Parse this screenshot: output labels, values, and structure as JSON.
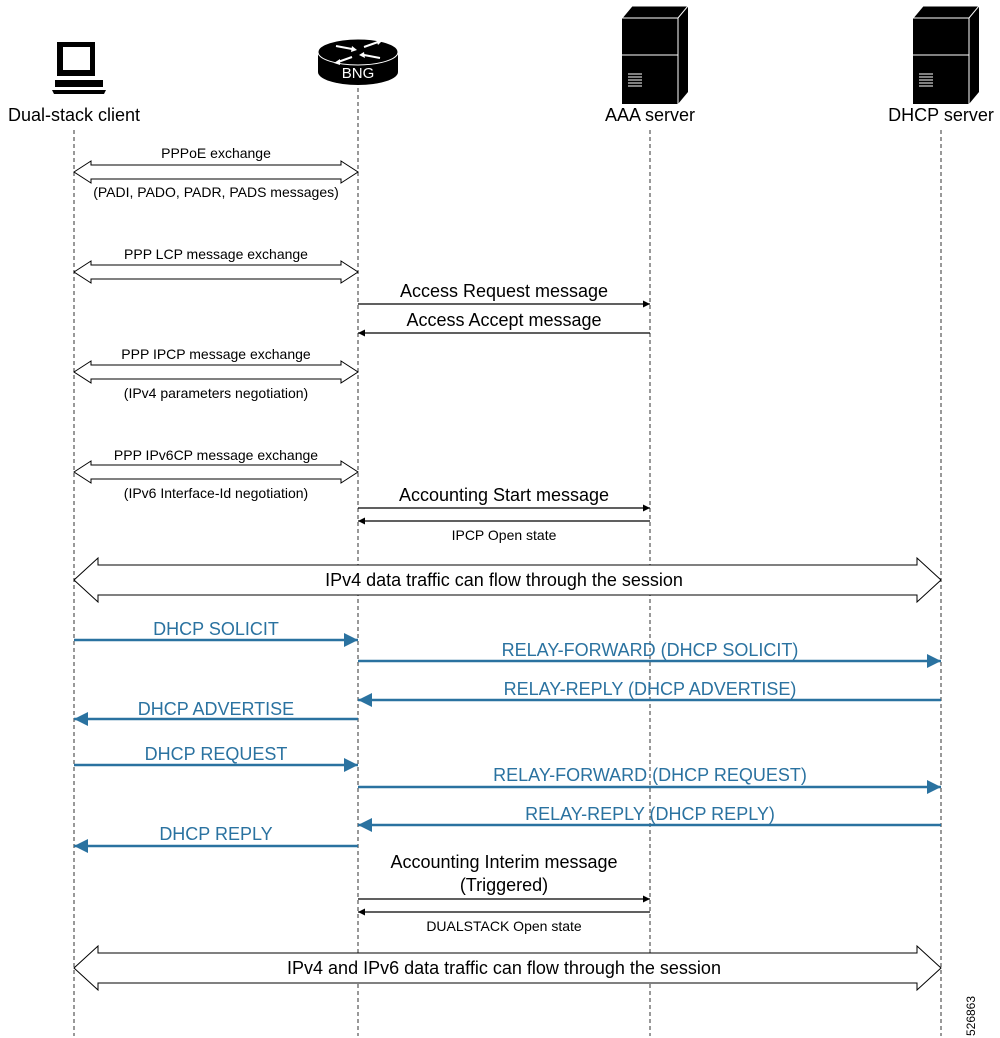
{
  "participants": [
    {
      "id": "client",
      "label": "Dual-stack client",
      "icon": "desktop-computer-icon"
    },
    {
      "id": "bng",
      "label": "BNG",
      "icon": "router-icon"
    },
    {
      "id": "aaa",
      "label": "AAA server",
      "icon": "tower-server-icon"
    },
    {
      "id": "dhcp",
      "label": "DHCP server",
      "icon": "tower-server-icon"
    }
  ],
  "messages": {
    "pppoe": {
      "label": "PPPoE exchange",
      "sublabel": "(PADI, PADO, PADR, PADS messages)"
    },
    "lcp": {
      "label": "PPP LCP message exchange"
    },
    "access_request": {
      "label": "Access Request message"
    },
    "access_accept": {
      "label": "Access Accept message"
    },
    "ipcp": {
      "label": "PPP IPCP message exchange",
      "sublabel": "(IPv4 parameters negotiation)"
    },
    "ipv6cp": {
      "label": "PPP IPv6CP message exchange",
      "sublabel": "(IPv6 Interface-Id negotiation)"
    },
    "acct_start": {
      "label": "Accounting Start message"
    },
    "ipcp_open": {
      "label": "IPCP Open state"
    },
    "ipv4_traffic": {
      "label": "IPv4 data traffic can flow through the session"
    },
    "dhcp_solicit": {
      "label": "DHCP SOLICIT"
    },
    "relay_fwd_solicit": {
      "label": "RELAY-FORWARD (DHCP SOLICIT)"
    },
    "relay_reply_advertise": {
      "label": "RELAY-REPLY (DHCP ADVERTISE)"
    },
    "dhcp_advertise": {
      "label": "DHCP ADVERTISE"
    },
    "dhcp_request": {
      "label": "DHCP REQUEST"
    },
    "relay_fwd_request": {
      "label": "RELAY-FORWARD (DHCP REQUEST)"
    },
    "relay_reply_reply": {
      "label": "RELAY-REPLY (DHCP REPLY)"
    },
    "dhcp_reply": {
      "label": "DHCP REPLY"
    },
    "acct_interim": {
      "label": "Accounting Interim message",
      "sublabel": "(Triggered)"
    },
    "dualstack_open": {
      "label": "DUALSTACK Open state"
    },
    "dual_traffic": {
      "label": "IPv4 and IPv6 data traffic can flow through the session"
    }
  },
  "figure_id": "526863",
  "colors": {
    "dhcp_flow": "#2a72a0",
    "line": "#000000"
  }
}
